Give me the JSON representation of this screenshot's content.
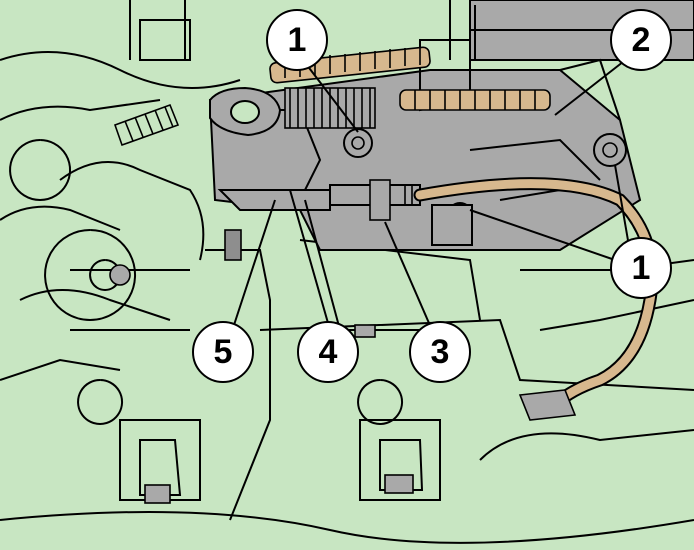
{
  "diagram": {
    "background_color": "#c8e6c2",
    "part_gray": "#a9a9a9",
    "part_gray_dark": "#8e8e8e",
    "cable_color": "#d7b88e",
    "callouts": [
      {
        "id": "callout-1-top",
        "label": "1"
      },
      {
        "id": "callout-2",
        "label": "2"
      },
      {
        "id": "callout-1-right",
        "label": "1"
      },
      {
        "id": "callout-3",
        "label": "3"
      },
      {
        "id": "callout-4",
        "label": "4"
      },
      {
        "id": "callout-5",
        "label": "5"
      }
    ]
  }
}
